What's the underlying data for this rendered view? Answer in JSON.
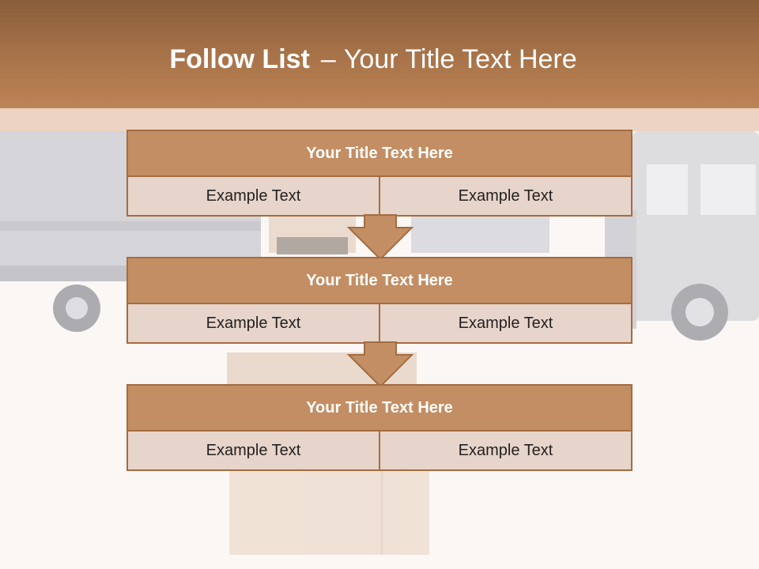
{
  "header": {
    "title_bold": "Follow List",
    "title_separator": "–",
    "title_rest": "Your Title Text Here"
  },
  "steps": [
    {
      "title": "Your Title Text Here",
      "left": "Example Text",
      "right": "Example Text"
    },
    {
      "title": "Your Title Text Here",
      "left": "Example Text",
      "right": "Example Text"
    },
    {
      "title": "Your Title Text Here",
      "left": "Example Text",
      "right": "Example Text"
    }
  ],
  "colors": {
    "header_dark": "#8a5e3a",
    "header_light": "#bd8456",
    "block_header": "#c38e63",
    "block_border": "#a46c42",
    "block_cell": "#e7d4ca",
    "arrow_fill": "#c38e63"
  }
}
